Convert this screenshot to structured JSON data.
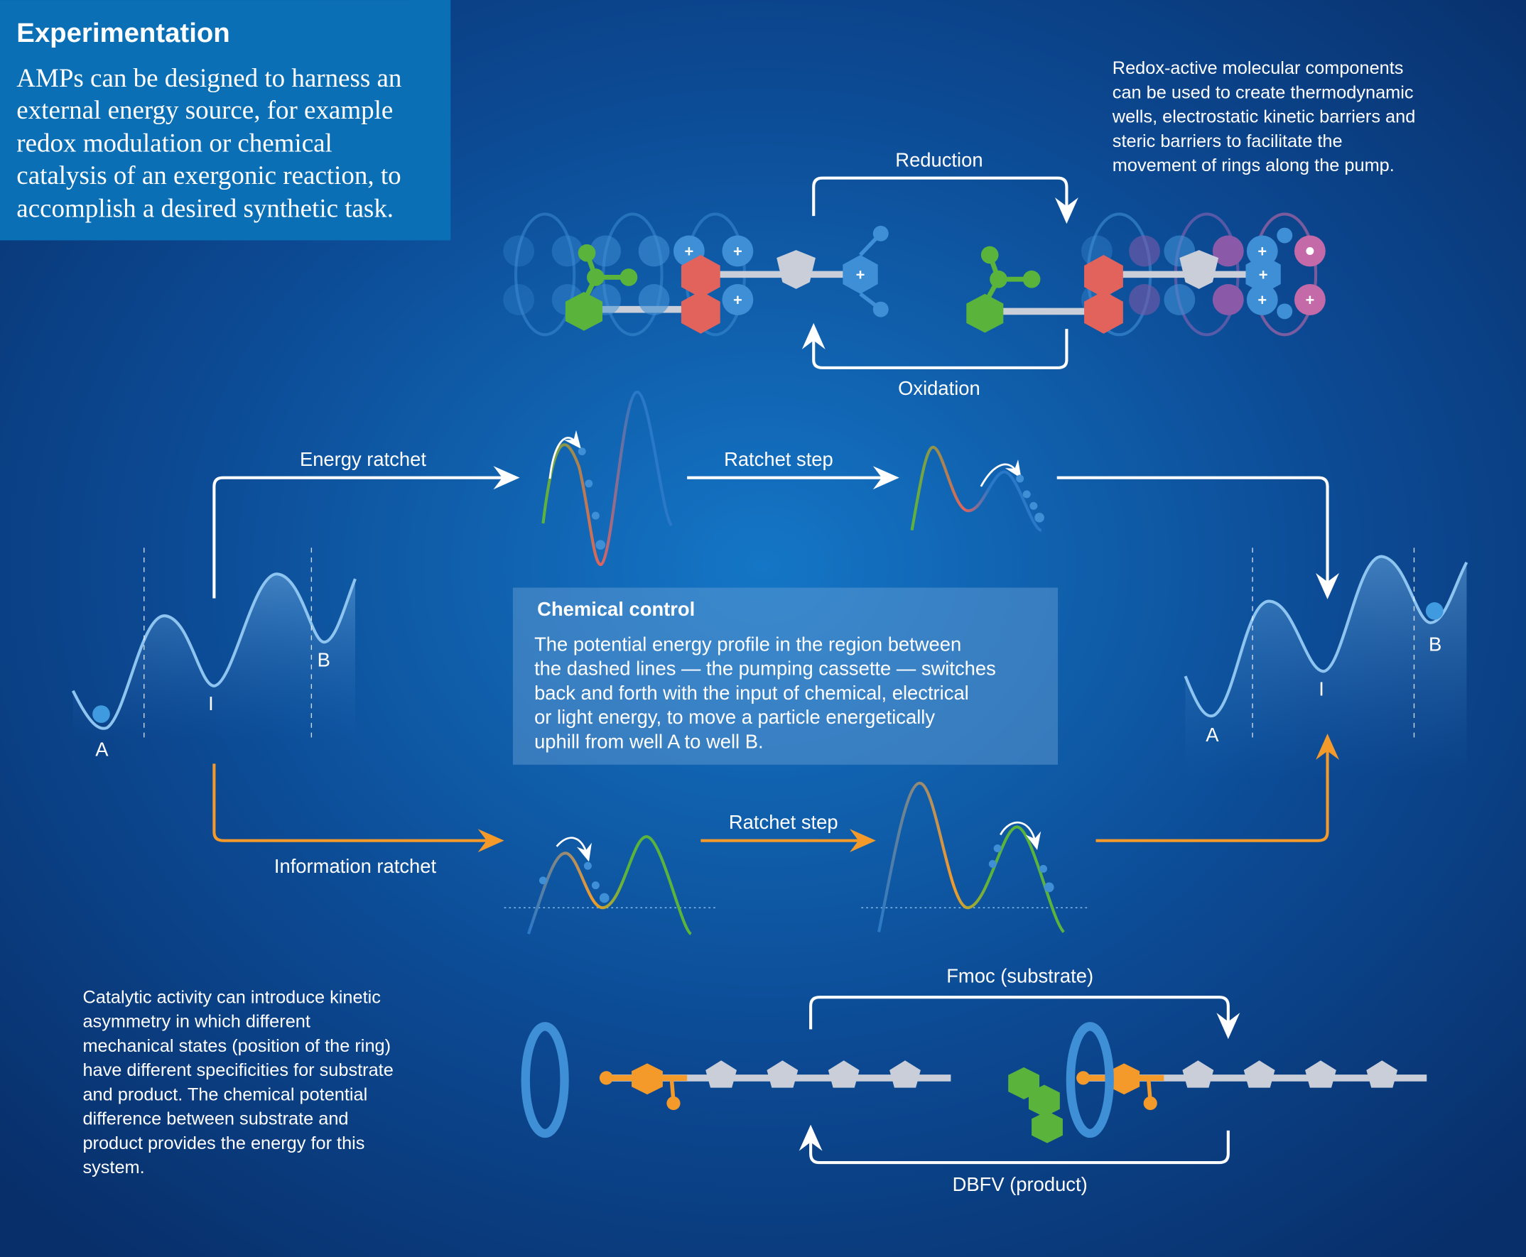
{
  "header": {
    "title": "Experimentation",
    "lines": [
      "AMPs can be designed to harness an",
      "external energy source, for example",
      "redox modulation or chemical",
      "catalysis of an exergonic reaction, to",
      "accomplish a desired synthetic task."
    ]
  },
  "redox_note": [
    "Redox-active molecular components",
    "can be used to create thermodynamic",
    "wells, electrostatic kinetic barriers and",
    "steric barriers to facilitate the",
    "movement of rings along the pump."
  ],
  "top_cycle": {
    "reduction": "Reduction",
    "oxidation": "Oxidation"
  },
  "energy_ratchet": {
    "label": "Energy ratchet",
    "step": "Ratchet step"
  },
  "info_ratchet": {
    "label": "Information ratchet",
    "step": "Ratchet step"
  },
  "chemical_control": {
    "title": "Chemical control",
    "lines": [
      "The potential energy profile in the region between",
      "the dashed lines — the pumping cassette — switches",
      "back and forth with the input of chemical, electrical",
      "or light energy, to move a particle energetically",
      "uphill from well A to well B."
    ]
  },
  "profile_left": {
    "a": "A",
    "i": "I",
    "b": "B"
  },
  "profile_right": {
    "a": "A",
    "i": "I",
    "b": "B"
  },
  "catalytic_note": [
    "Catalytic activity can introduce kinetic",
    "asymmetry in which different",
    "mechanical states (position of the ring)",
    "have different specificities for substrate",
    "and product. The chemical potential",
    "difference between substrate and",
    "product provides the energy for this",
    "system."
  ],
  "bottom_cycle": {
    "substrate": "Fmoc (substrate)",
    "product": "DBFV (product)"
  },
  "colors": {
    "background": "#0a3a78",
    "header_box": "#0b6fb6",
    "orange": "#f39a2b",
    "green": "#5ab43c",
    "red": "#e2635c",
    "blue": "#3f8fd6",
    "pink": "#c46aa8"
  }
}
